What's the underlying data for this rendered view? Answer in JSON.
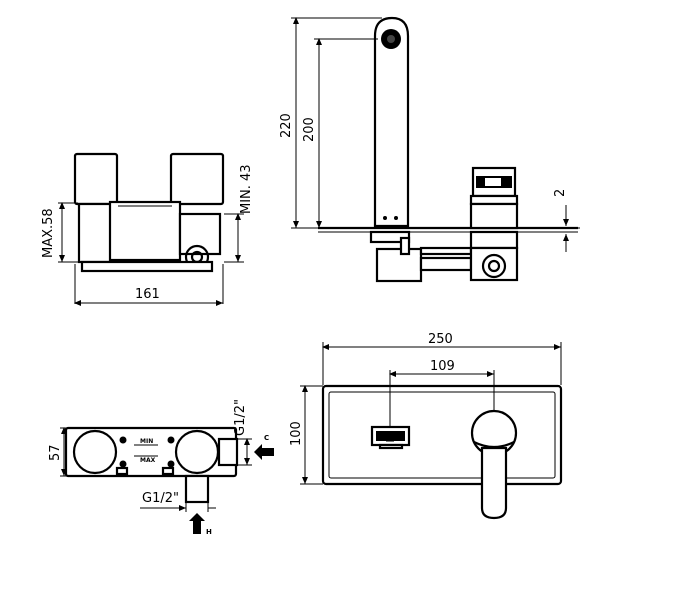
{
  "dimensions": {
    "side_max_label": "MAX.58",
    "side_min_label": "MIN. 43",
    "side_width": "161",
    "spout_height_total": "220",
    "spout_height_outlet": "200",
    "plate_thickness": "2",
    "plate_width": "250",
    "centers_distance": "109",
    "plate_height": "100",
    "body_depth": "57",
    "cold_thread": "G1/2\"",
    "hot_thread": "G1/2\""
  },
  "body_markings": {
    "min": "MIN",
    "max": "MAX"
  },
  "arrows": {
    "cold": "C",
    "hot": "H"
  }
}
